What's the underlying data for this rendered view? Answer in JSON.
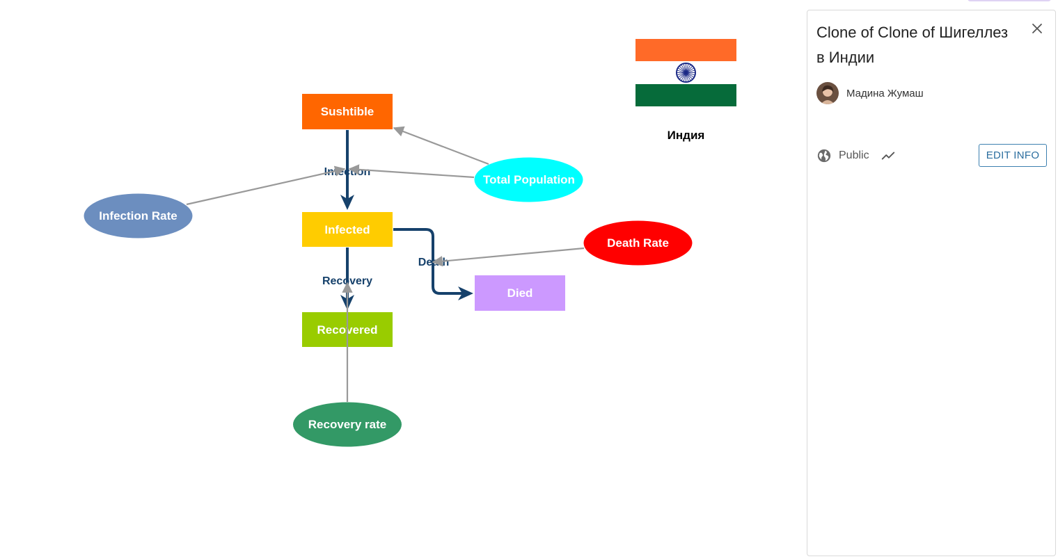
{
  "diagram": {
    "stocks": {
      "sushtible": "Sushtible",
      "infected": "Infected",
      "recovered": "Recovered",
      "died": "Died"
    },
    "flows": {
      "infection": "Infection",
      "recovery": "Recovery",
      "death": "Death"
    },
    "variables": {
      "total_population": "Total Population",
      "infection_rate": "Infection Rate",
      "death_rate": "Death Rate",
      "recovery_rate": "Recovery rate"
    },
    "flag_caption": "Индия",
    "colors": {
      "sushtible": "#ff6600",
      "infected": "#ffcc00",
      "recovered": "#99cc00",
      "died": "#cc99ff",
      "total_population": "#00ffff",
      "infection_rate": "#6c8ebf",
      "death_rate": "#ff0000",
      "recovery_rate": "#339966",
      "flow": "#16416b",
      "link": "#999999",
      "flag_saffron": "#ff6a28",
      "flag_green": "#066b3a",
      "flag_chakra": "#1c2a86"
    }
  },
  "panel": {
    "title": "Clone of Clone of Шигеллез в Индии",
    "author": "Мадина Жумаш",
    "visibility": "Public",
    "edit_label": "EDIT INFO",
    "icons": {
      "close": "close-icon",
      "globe": "globe-icon",
      "trend": "trend-icon"
    },
    "accent": "#2a6d9e"
  }
}
